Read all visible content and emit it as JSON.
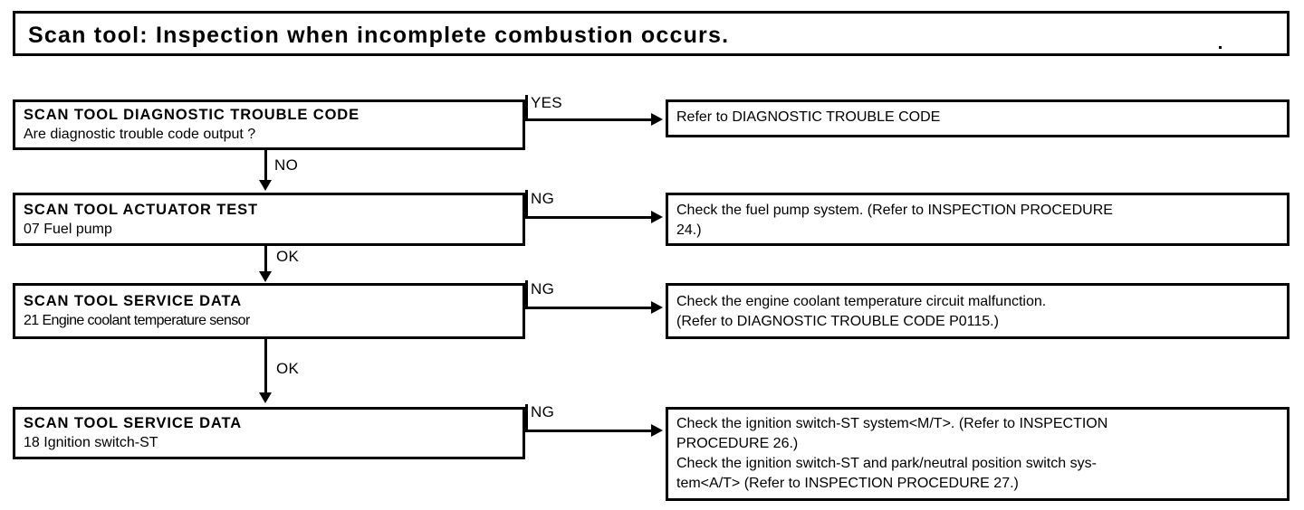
{
  "title": {
    "text": "Scan tool: Inspection when incomplete combustion occurs."
  },
  "flow": {
    "steps": [
      {
        "id": "dtc",
        "heading": "SCAN TOOL DIAGNOSTIC TROUBLE CODE",
        "detail": "Are diagnostic trouble code output ?",
        "branch_label": "YES",
        "next_label": "NO"
      },
      {
        "id": "actuator-test",
        "heading": "SCAN TOOL ACTUATOR TEST",
        "detail": "07 Fuel pump",
        "branch_label": "NG",
        "next_label": "OK"
      },
      {
        "id": "service-data-ect",
        "heading": "SCAN TOOL SERVICE DATA",
        "detail": "21 Engine coolant temperature sensor",
        "branch_label": "NG",
        "next_label": "OK"
      },
      {
        "id": "service-data-ign",
        "heading": "SCAN TOOL SERVICE DATA",
        "detail": "18 Ignition switch-ST",
        "branch_label": "NG",
        "next_label": ""
      }
    ],
    "outcomes": [
      {
        "id": "refer-dtc",
        "lines": [
          "Refer to DIAGNOSTIC TROUBLE CODE"
        ]
      },
      {
        "id": "fuel-pump",
        "lines": [
          "Check the fuel pump system. (Refer to INSPECTION PROCEDURE",
          "24.)"
        ]
      },
      {
        "id": "coolant-temp",
        "lines": [
          "Check the engine coolant temperature circuit malfunction.",
          "(Refer to DIAGNOSTIC TROUBLE CODE P0115.)"
        ]
      },
      {
        "id": "ignition-switch",
        "lines": [
          "Check the ignition switch-ST system<M/T>. (Refer to INSPECTION",
          "PROCEDURE 26.)",
          "Check the ignition switch-ST and park/neutral position switch sys-",
          "tem<A/T> (Refer to  INSPECTION PROCEDURE 27.)"
        ]
      }
    ]
  },
  "colors": {
    "ink": "#000000",
    "paper": "#ffffff"
  }
}
